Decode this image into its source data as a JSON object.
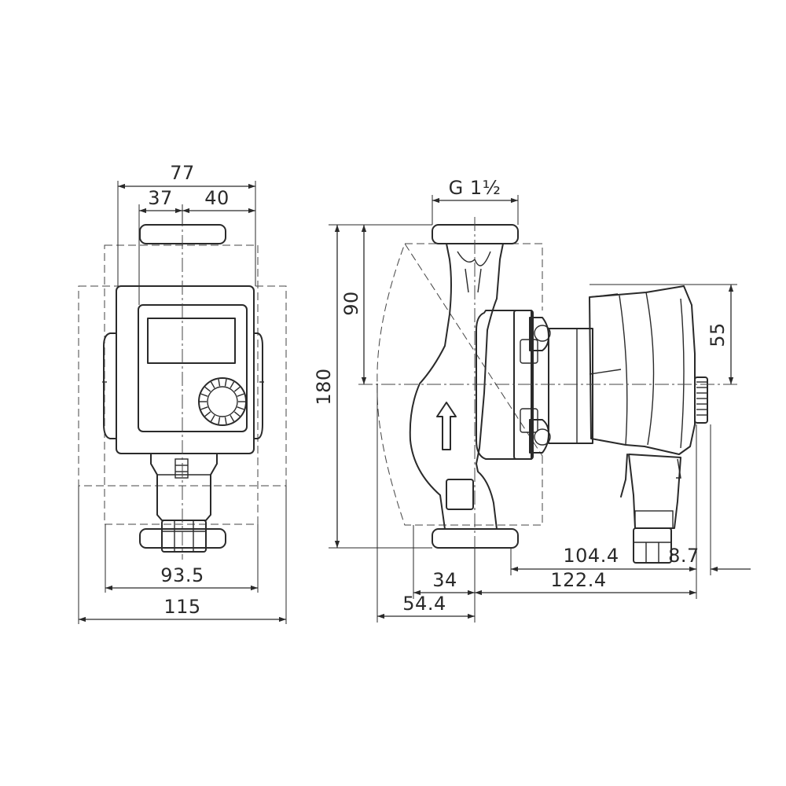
{
  "front_view": {
    "dim_overall_top": "77",
    "dim_left_part": "37",
    "dim_right_part": "40",
    "dim_width_inner": "93.5",
    "dim_width_outer": "115"
  },
  "side_view": {
    "dim_thread": "G 1½",
    "dim_height_total": "180",
    "dim_height_half": "90",
    "dim_axis_to_top": "55",
    "dim_length_motor": "104.4",
    "dim_connector_offset": "8.7",
    "dim_length_total": "122.4",
    "dim_offset_34": "34",
    "dim_offset_54": "54.4"
  }
}
